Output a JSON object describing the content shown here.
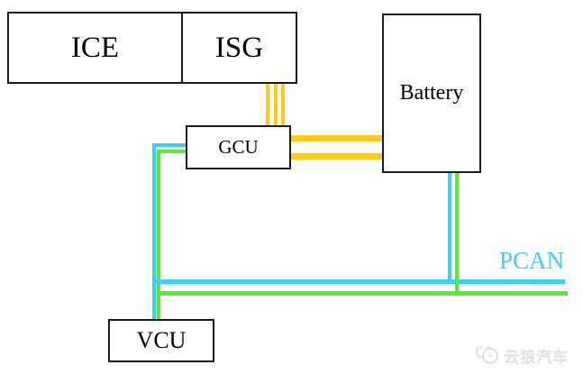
{
  "page": {
    "background": "#FFFFFF"
  },
  "blocks": {
    "ice": {
      "label": "ICE"
    },
    "isg": {
      "label": "ISG"
    },
    "battery": {
      "label": "Battery"
    },
    "gcu": {
      "label": "GCU"
    },
    "vcu": {
      "label": "VCU"
    }
  },
  "bus": {
    "pcan_label": "PCAN"
  },
  "watermark": {
    "text": "云狼汽车",
    "logo": "wolf-logo"
  },
  "colors": {
    "power_line": "#FFC81E",
    "pcan_line": "#3FCFF1",
    "ccan_line": "#5CE83A",
    "box_border": "#1A1A1A",
    "label_text": "#000000",
    "watermark_text": "#E2E2E2"
  },
  "connections": [
    {
      "from": "ISG",
      "to": "GCU",
      "kind": "power",
      "line_count": 3,
      "color": "#FFC81E"
    },
    {
      "from": "GCU",
      "to": "Battery",
      "kind": "power",
      "line_count": 2,
      "color": "#FFC81E"
    },
    {
      "from": "GCU",
      "to": "VCU",
      "kind": "can",
      "line_count": 2,
      "colors": [
        "#3FCFF1",
        "#5CE83A"
      ]
    },
    {
      "from": "Battery",
      "to": "PCAN-bus",
      "kind": "can",
      "line_count": 2,
      "colors": [
        "#3FCFF1",
        "#5CE83A"
      ]
    }
  ]
}
